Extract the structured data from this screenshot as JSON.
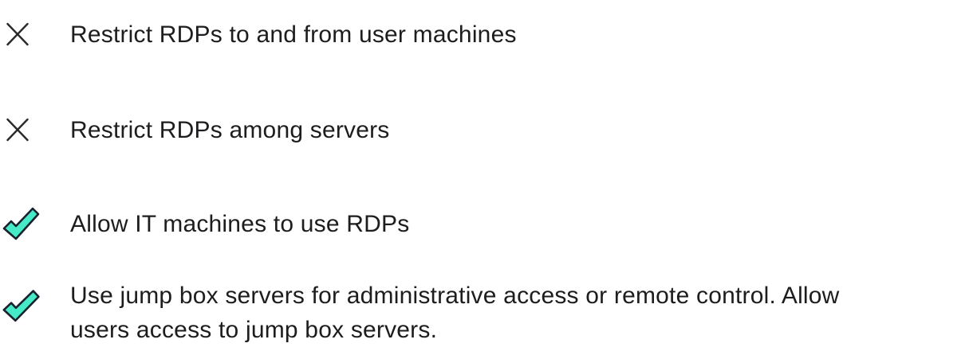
{
  "page": {
    "background": "#ffffff",
    "description": "RDP policy checklist"
  },
  "colors": {
    "text_color": "#1d1d1f",
    "x_color": "#2a2a2a",
    "check_fill": "#47eac6",
    "check_stroke": "#18222e"
  },
  "items": [
    {
      "status": "restricted",
      "icon": "x-icon",
      "text": "Restrict RDPs to and from user machines"
    },
    {
      "status": "restricted",
      "icon": "x-icon",
      "text": "Restrict RDPs among servers"
    },
    {
      "status": "allowed",
      "icon": "check-icon",
      "text": "Allow IT machines to use RDPs"
    },
    {
      "status": "allowed",
      "icon": "check-icon",
      "text": "Use jump box servers for administrative access or remote control. Allow\nusers access to jump box servers."
    }
  ]
}
